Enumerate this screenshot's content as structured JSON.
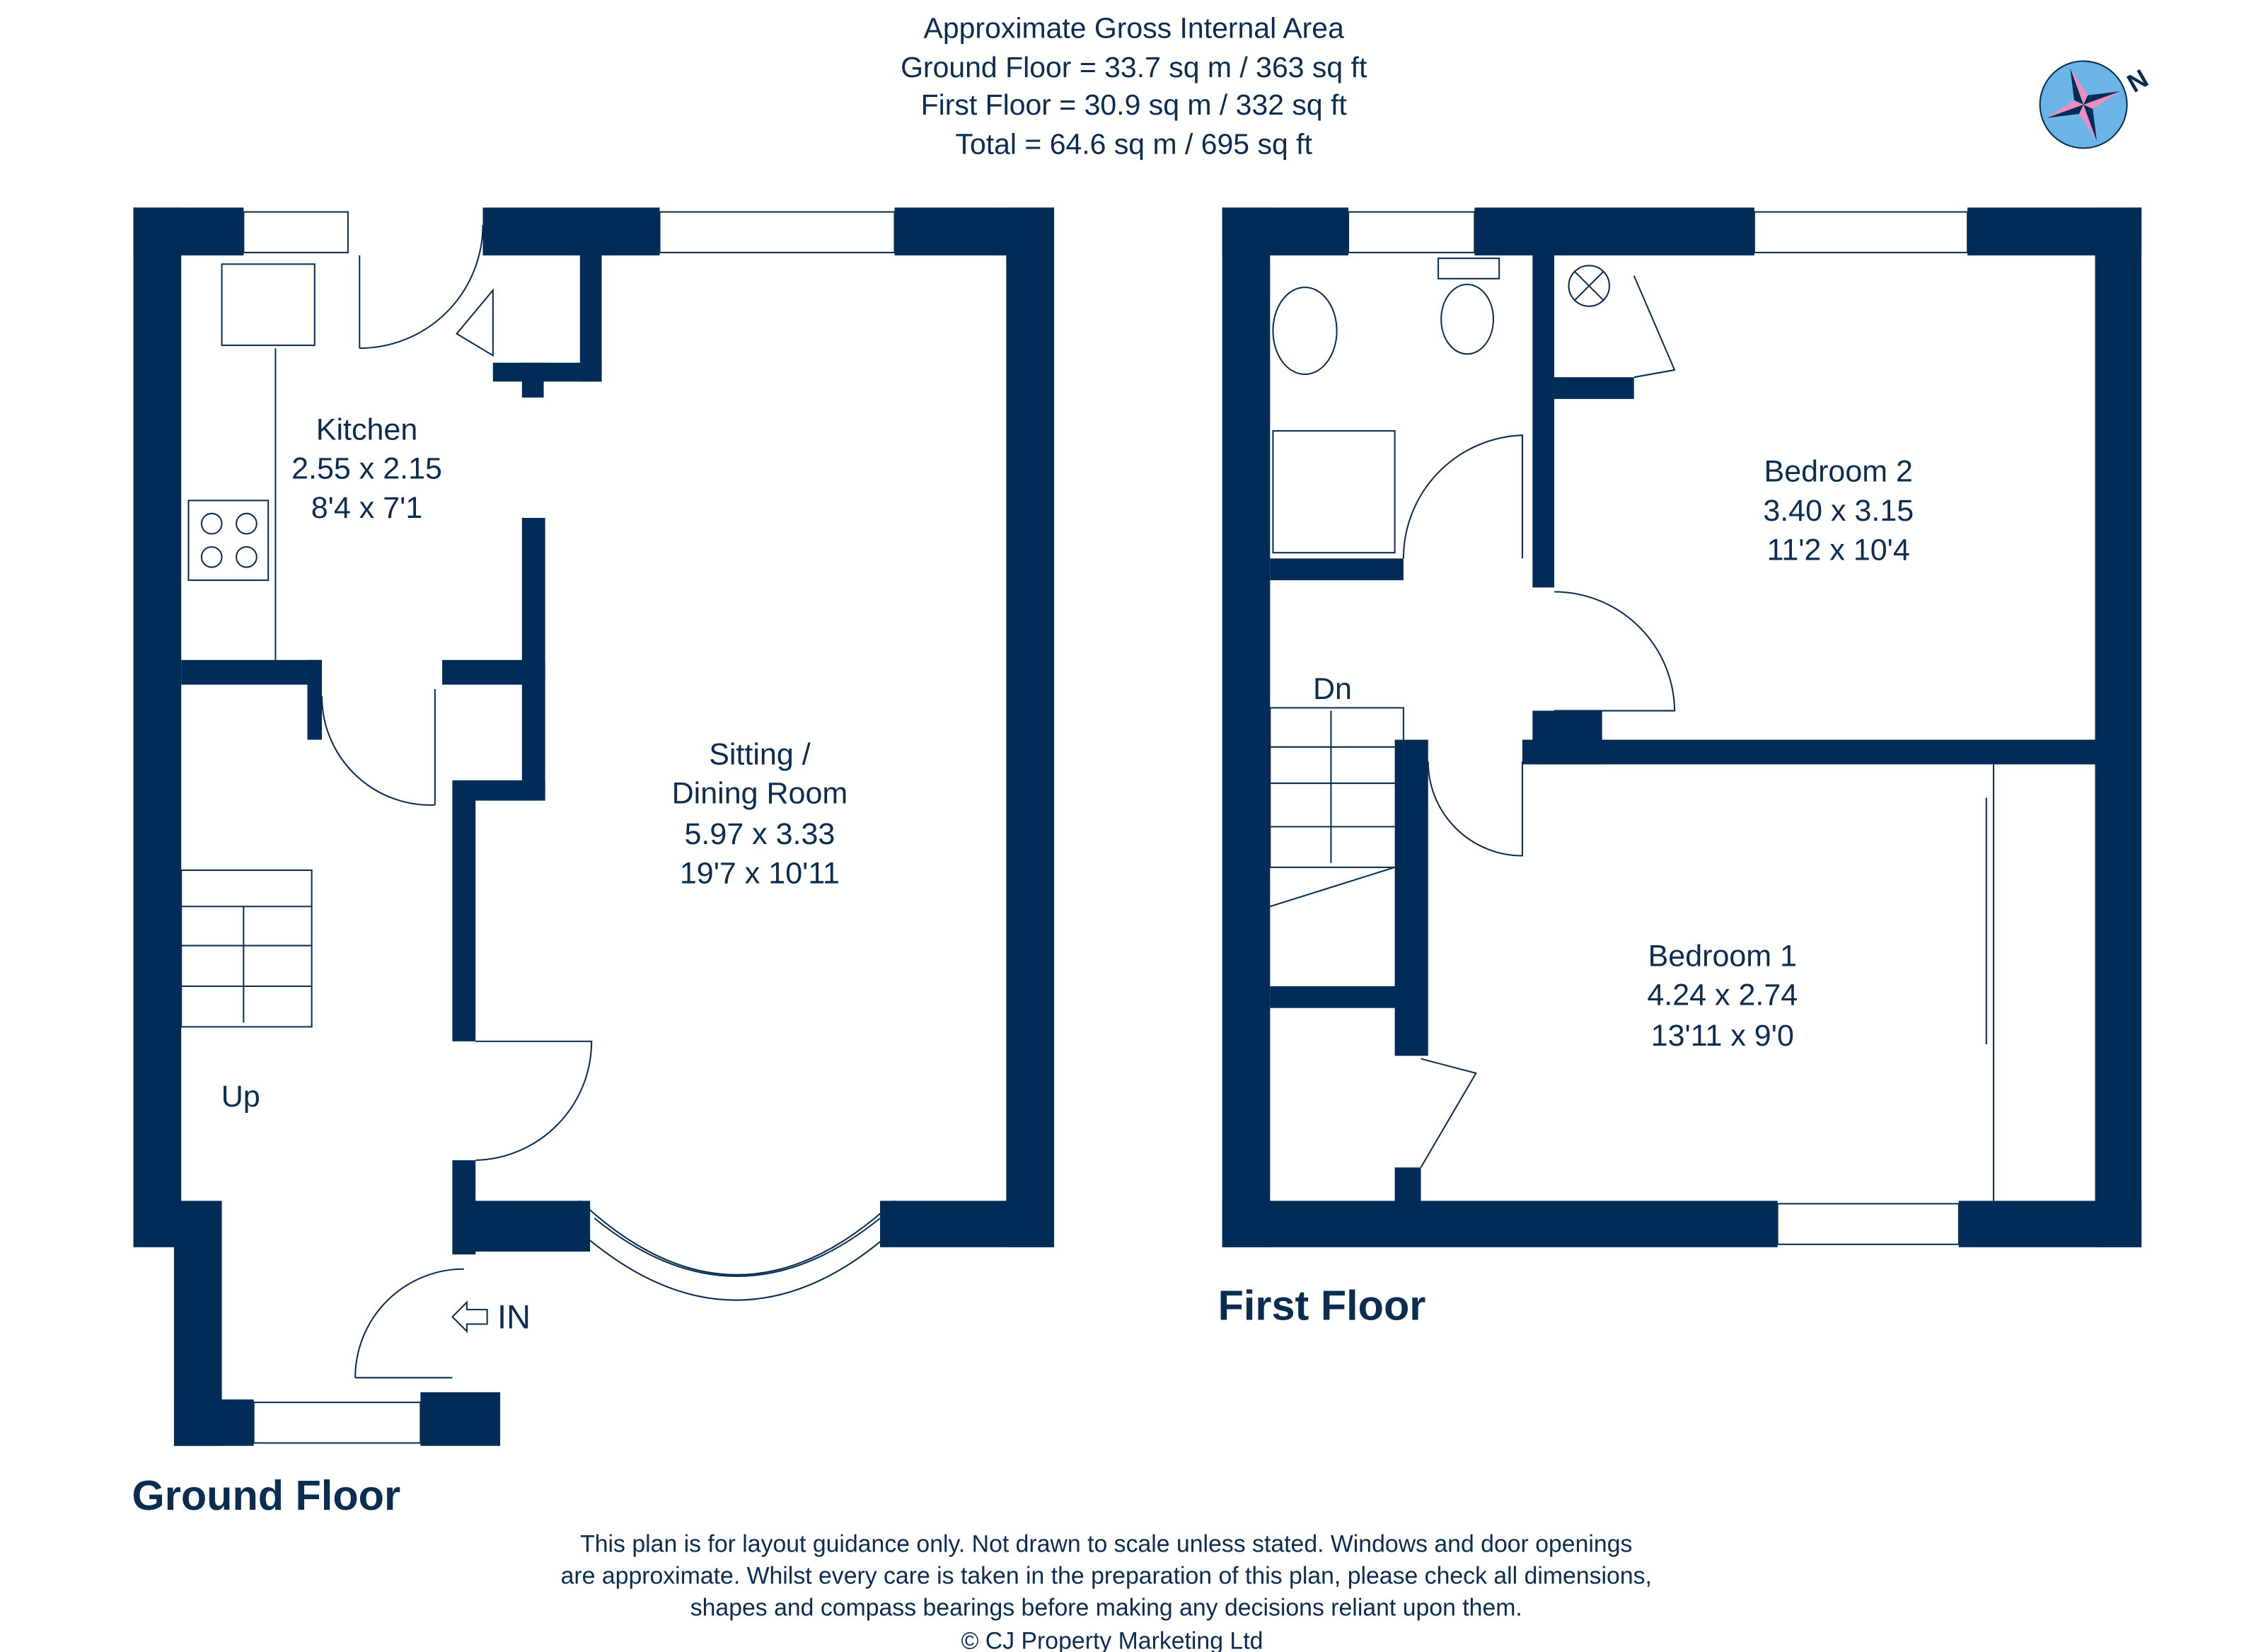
{
  "header": {
    "title": "Approximate Gross Internal Area",
    "ground_floor_area": "Ground Floor = 33.7 sq m / 363 sq ft",
    "first_floor_area": "First Floor = 30.9 sq m / 332 sq ft",
    "total_area": "Total = 64.6 sq m / 695 sq ft"
  },
  "compass": {
    "north_label": "N",
    "icon": "compass-rose-icon"
  },
  "ground_floor": {
    "label": "Ground Floor",
    "rooms": [
      {
        "name": "Kitchen",
        "metric": "2.55 x 2.15",
        "imperial": "8'4 x 7'1"
      },
      {
        "name_line1": "Sitting /",
        "name_line2": "Dining Room",
        "metric": "5.97 x 3.33",
        "imperial": "19'7 x 10'11"
      }
    ],
    "stairs_label": "Up",
    "entrance_label": "IN"
  },
  "first_floor": {
    "label": "First Floor",
    "rooms": [
      {
        "name": "Bedroom 2",
        "metric": "3.40 x 3.15",
        "imperial": "11'2 x 10'4"
      },
      {
        "name": "Bedroom 1",
        "metric": "4.24 x 2.74",
        "imperial": "13'11 x 9'0"
      }
    ],
    "stairs_label": "Dn"
  },
  "disclaimer": {
    "line1": "This plan is for layout guidance only. Not drawn to scale unless stated. Windows and door openings",
    "line2": "are approximate. Whilst every care is taken in the preparation of this plan, please check all dimensions,",
    "line3": "shapes and compass bearings before making any decisions reliant upon them.",
    "copyright": "© CJ Property Marketing Ltd"
  },
  "colors": {
    "wall": "#002c57",
    "text": "#0b2d52",
    "compass_blue": "#6ab4e6",
    "compass_pink": "#f08cc0"
  }
}
